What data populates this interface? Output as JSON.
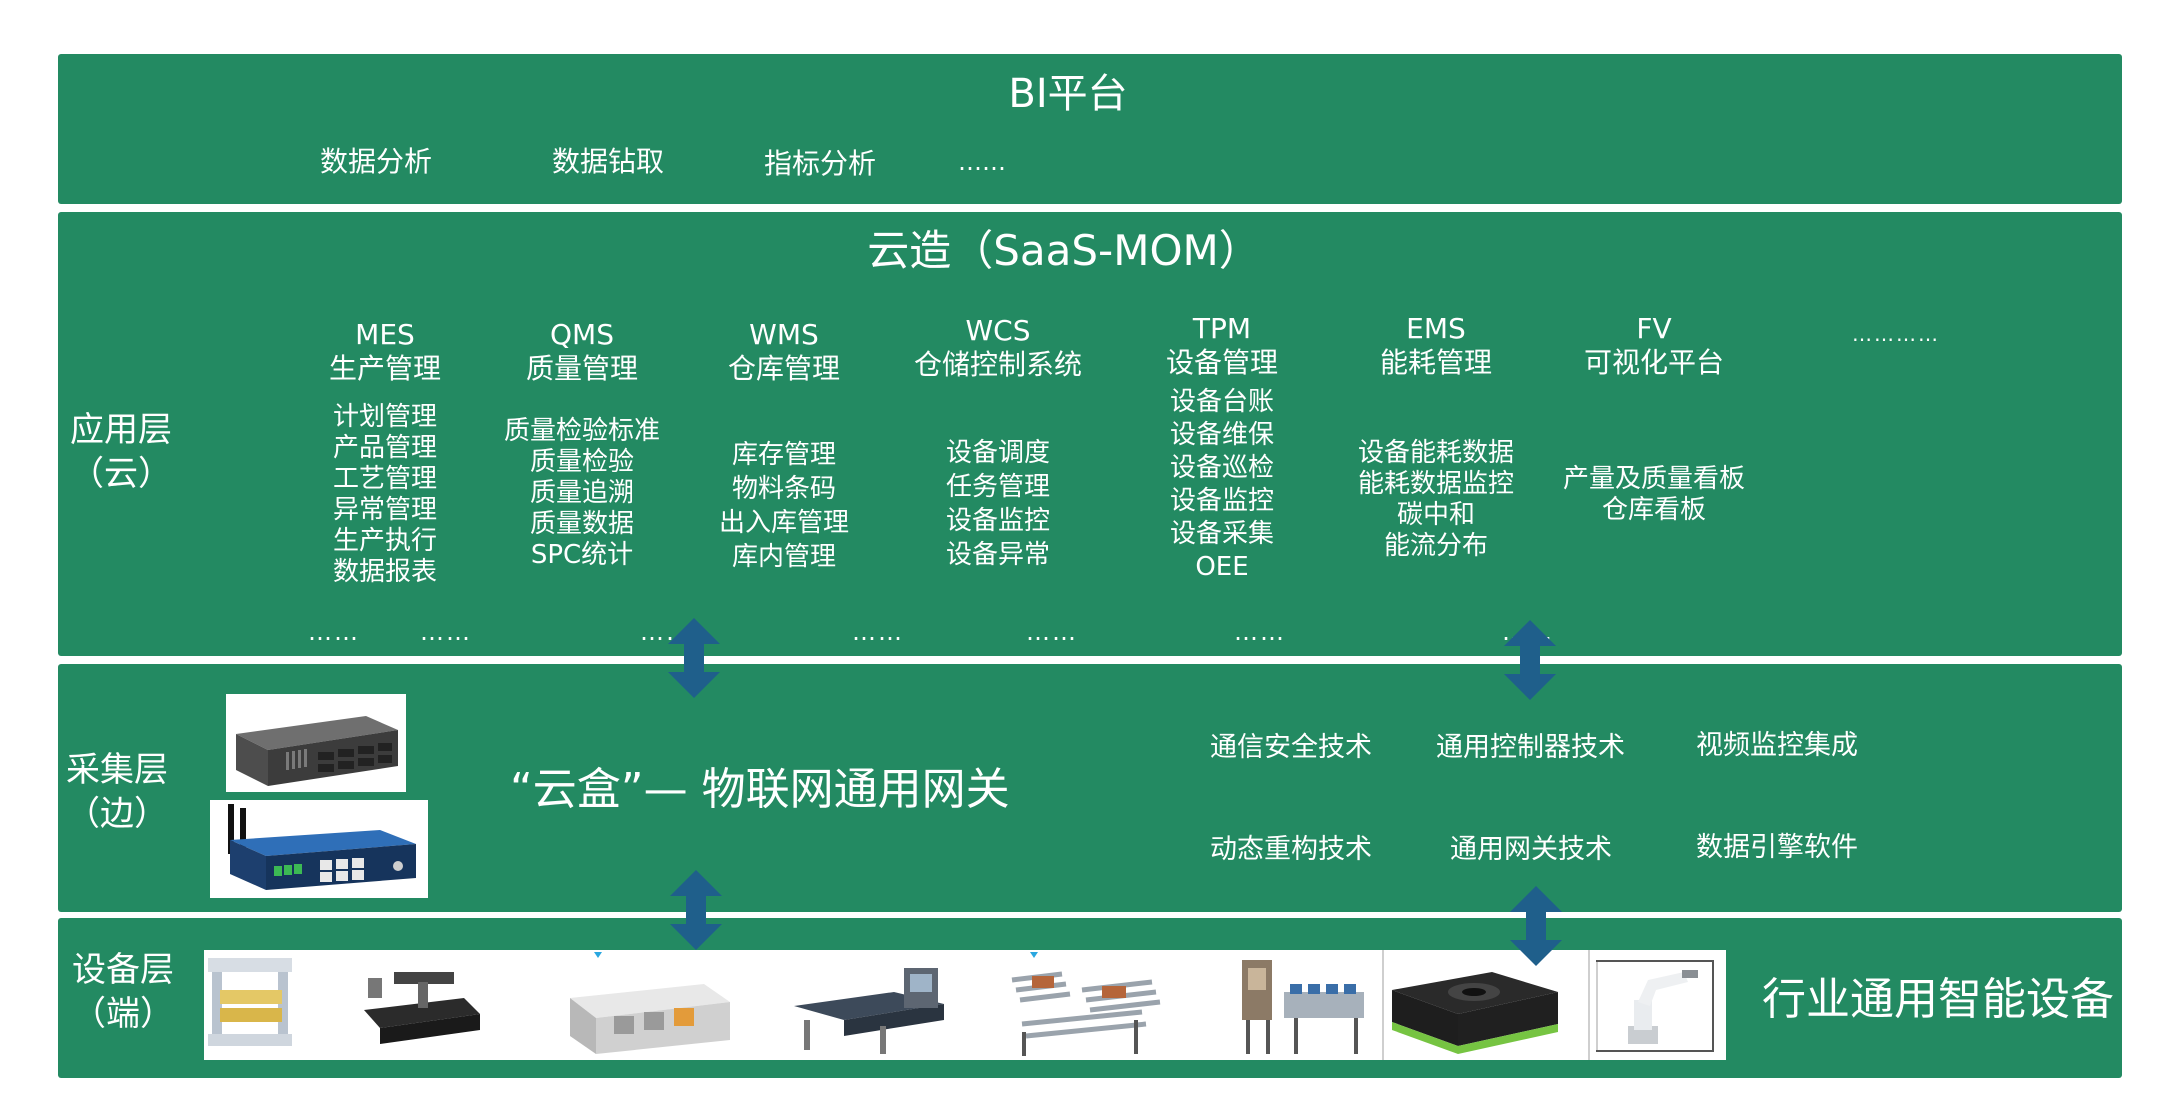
{
  "bi": {
    "title": "BI平台",
    "items": [
      "数据分析",
      "数据钻取",
      "指标分析",
      "……"
    ]
  },
  "app_layer": {
    "label_line1": "应用层",
    "label_line2": "（云）",
    "title": "云造（SaaS-MOM）",
    "modules": [
      {
        "code": "MES",
        "name": "生产管理",
        "items": [
          "计划管理",
          "产品管理",
          "工艺管理",
          "异常管理",
          "生产执行",
          "数据报表"
        ]
      },
      {
        "code": "QMS",
        "name": "质量管理",
        "items": [
          "质量检验标准",
          "质量检验",
          "质量追溯",
          "质量数据",
          "SPC统计"
        ]
      },
      {
        "code": "WMS",
        "name": "仓库管理",
        "items": [
          "库存管理",
          "物料条码",
          "出入库管理",
          "库内管理"
        ]
      },
      {
        "code": "WCS",
        "name": "仓储控制系统",
        "items": [
          "设备调度",
          "任务管理",
          "设备监控",
          "设备异常"
        ]
      },
      {
        "code": "TPM",
        "name": "设备管理",
        "items": [
          "设备台账",
          "设备维保",
          "设备巡检",
          "设备监控",
          "设备采集",
          "OEE"
        ]
      },
      {
        "code": "EMS",
        "name": "能耗管理",
        "items": [
          "设备能耗数据",
          "能耗数据监控",
          "碳中和",
          "能流分布"
        ]
      },
      {
        "code": "FV",
        "name": "可视化平台",
        "items": [
          "产量及质量看板",
          "仓库看板"
        ]
      }
    ],
    "more": "…………",
    "bottom_ellipses": [
      "……",
      "……",
      "……",
      "……",
      "……",
      "……",
      "……"
    ]
  },
  "collect_layer": {
    "label_line1": "采集层",
    "label_line2": "（边）",
    "gateway_text": "“云盒”—  物联网通用网关",
    "techs": [
      "通信安全技术",
      "通用控制器技术",
      "视频监控集成",
      "动态重构技术",
      "通用网关技术",
      "数据引擎软件"
    ]
  },
  "device_layer": {
    "label_line1": "设备层",
    "label_line2": "（端）",
    "caption": "行业通用智能设备"
  },
  "colors": {
    "band": "#238a62",
    "arrow": "#1f5f8b",
    "text": "#ffffff"
  }
}
